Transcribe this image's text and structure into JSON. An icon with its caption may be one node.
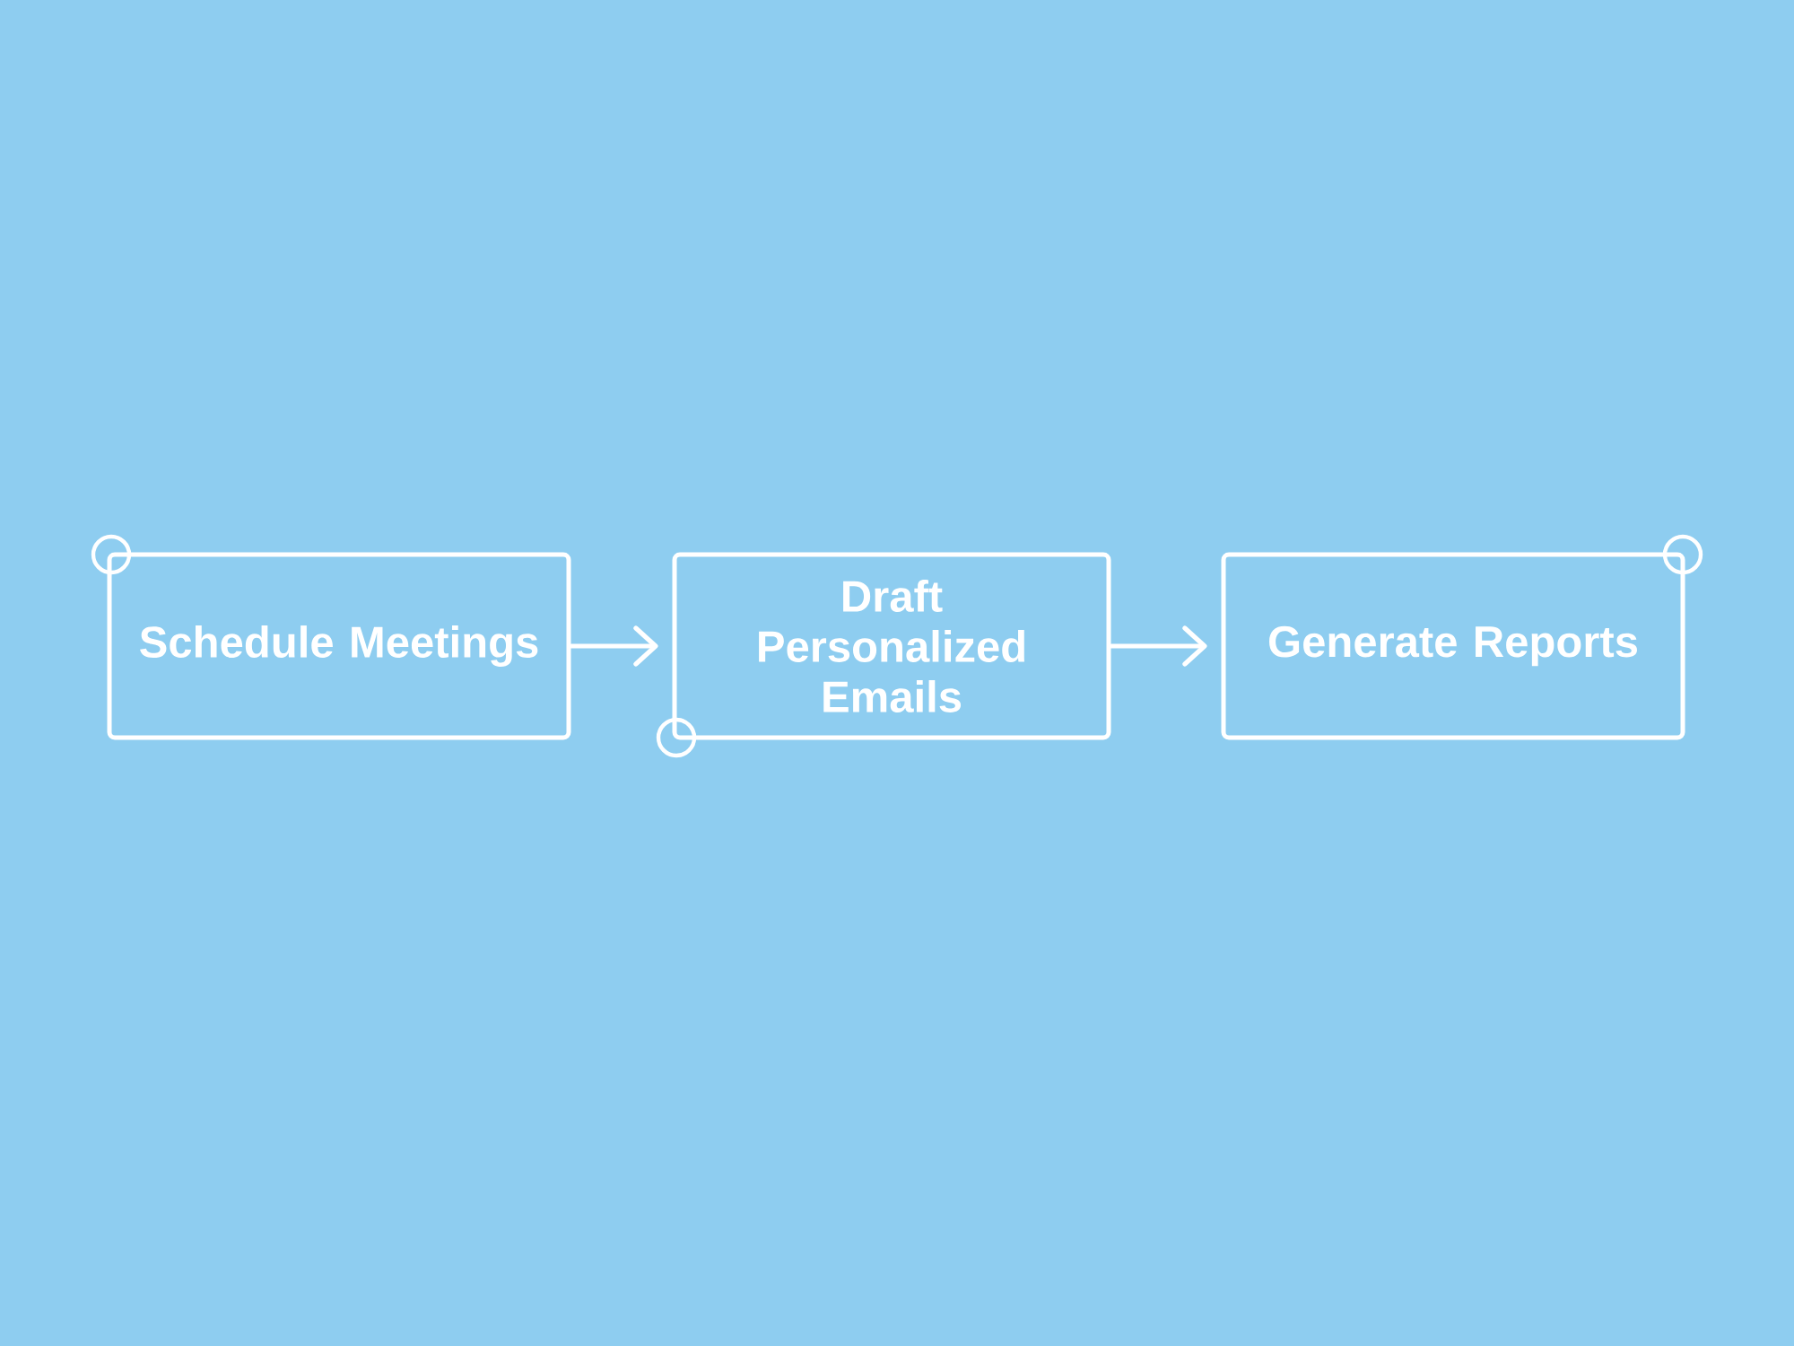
{
  "diagram": {
    "nodes": [
      {
        "text": [
          "Schedule Meetings"
        ]
      },
      {
        "text": [
          "Draft Personalized Emails"
        ]
      },
      {
        "text": [
          "Generate Reports"
        ]
      }
    ],
    "edges": [
      {
        "from": 0,
        "to": 1,
        "arrow": "to"
      },
      {
        "from": 1,
        "to": 2,
        "arrow": "to"
      }
    ]
  }
}
